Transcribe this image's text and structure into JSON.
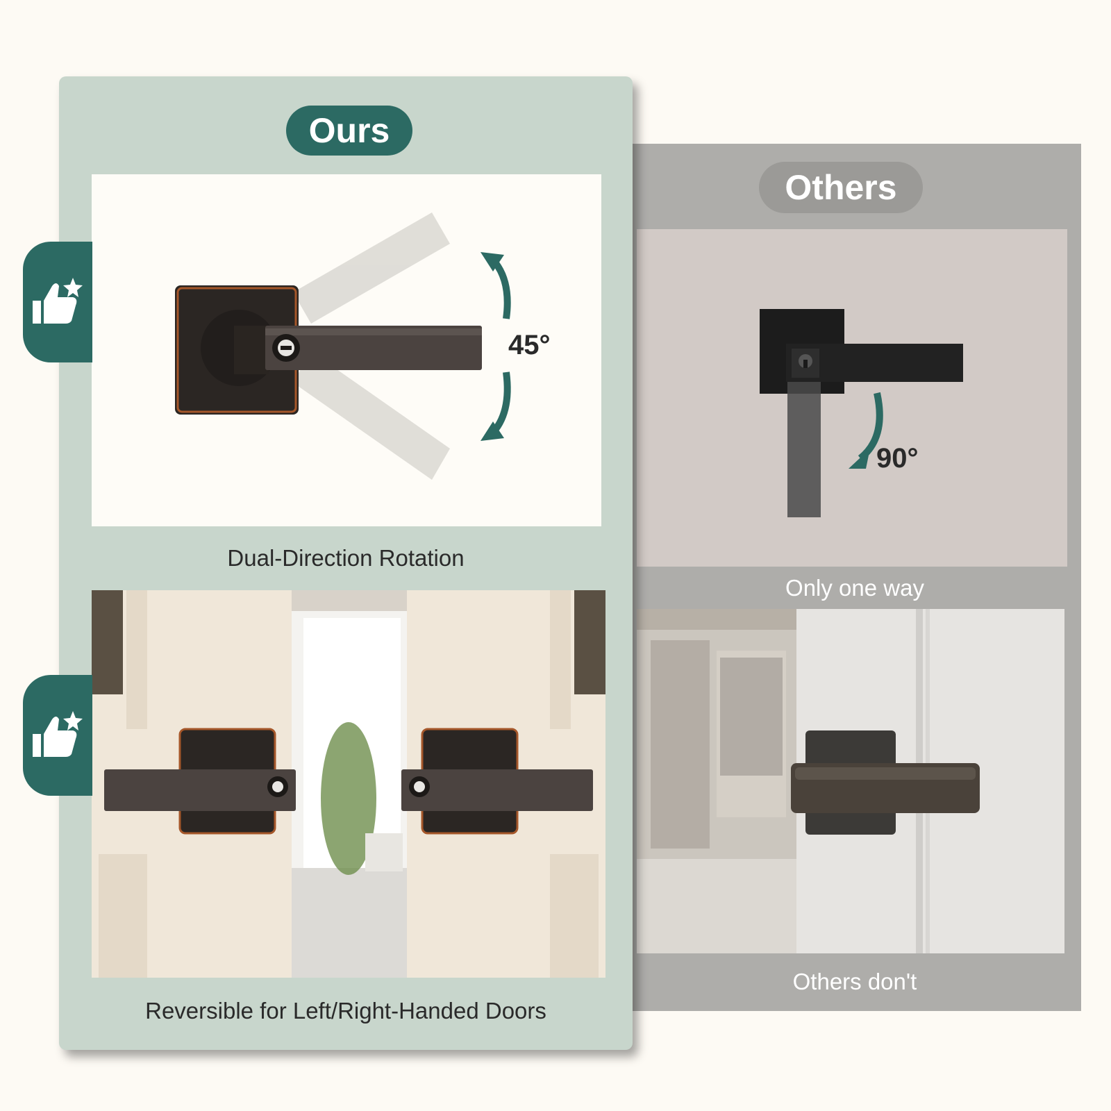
{
  "ours": {
    "badge": "Ours",
    "top_caption": "Dual-Direction Rotation",
    "bottom_caption": "Reversible for Left/Right-Handed Doors",
    "angle_label": "45°"
  },
  "others": {
    "badge": "Others",
    "top_caption": "Only one way",
    "bottom_caption": "Others don't",
    "angle_label": "90°"
  },
  "icons": [
    "thumbs-up-star-icon",
    "thumbs-up-star-icon"
  ],
  "colors": {
    "ours_accent": "#2c6a63",
    "ours_panel": "#c8d6cc",
    "others_panel": "#aeadaa",
    "background": "#fdfaf4"
  }
}
